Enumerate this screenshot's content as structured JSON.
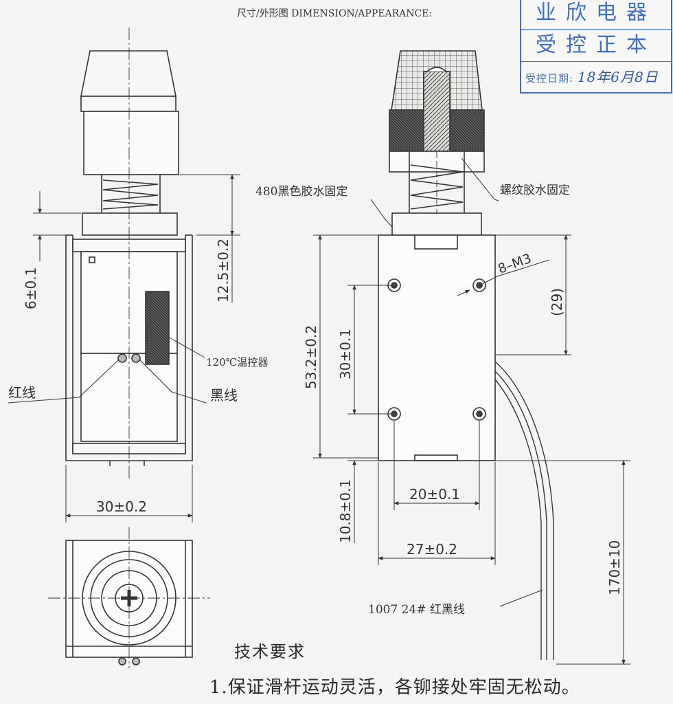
{
  "header": {
    "title": "尺寸/外形图 DIMENSION/APPEARANCE:"
  },
  "stamp": {
    "line1": "业欣电器",
    "line2": "受控正本",
    "date_label": "受控日期:",
    "date_value": "18年6月8日"
  },
  "dims": {
    "d6": "6±0.1",
    "d12_5": "12.5±0.2",
    "d30w": "30±0.2",
    "d53_2": "53.2±0.2",
    "d30h": "30±0.1",
    "d29": "(29)",
    "d20": "20±0.1",
    "d10_8": "10.8±0.1",
    "d27": "27±0.2",
    "d170": "170±10",
    "m3": "8–M3"
  },
  "labels": {
    "thermostat": "120℃温控器",
    "red_wire": "红线",
    "black_wire": "黑线",
    "glue_480": "480黑色胶水固定",
    "thread_glue": "螺纹胶水固定",
    "wire_spec": "1007 24# 红黑线"
  },
  "tech": {
    "title": "技术要求",
    "item1": "1.保证滑杆运动灵活，各铆接处牢固无松动。"
  }
}
